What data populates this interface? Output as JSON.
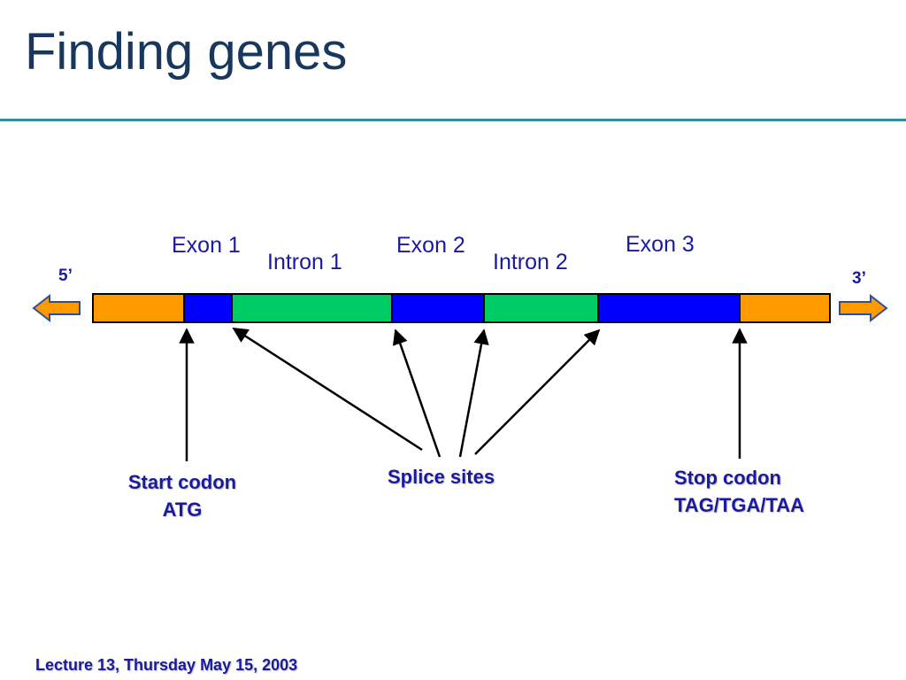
{
  "slide": {
    "title": "Finding genes",
    "footer": "Lecture 13, Thursday May 15, 2003"
  },
  "gene": {
    "strand_5": "5’",
    "strand_3": "3’",
    "regions": [
      {
        "label": "Exon 1",
        "type": "exon"
      },
      {
        "label": "Intron 1",
        "type": "intron"
      },
      {
        "label": "Exon 2",
        "type": "exon"
      },
      {
        "label": "Intron 2",
        "type": "intron"
      },
      {
        "label": "Exon 3",
        "type": "exon"
      }
    ],
    "colors": {
      "utr": "#ff9900",
      "exon": "#0000ff",
      "intron": "#00cc66",
      "arrow_fill": "#ff9900",
      "arrow_stroke": "#2b4f9e"
    }
  },
  "callouts": {
    "start_codon": {
      "line1": "Start codon",
      "line2": "ATG"
    },
    "splice_sites": {
      "line1": "Splice sites"
    },
    "stop_codon": {
      "line1": "Stop codon",
      "line2": "TAG/TGA/TAA"
    }
  }
}
